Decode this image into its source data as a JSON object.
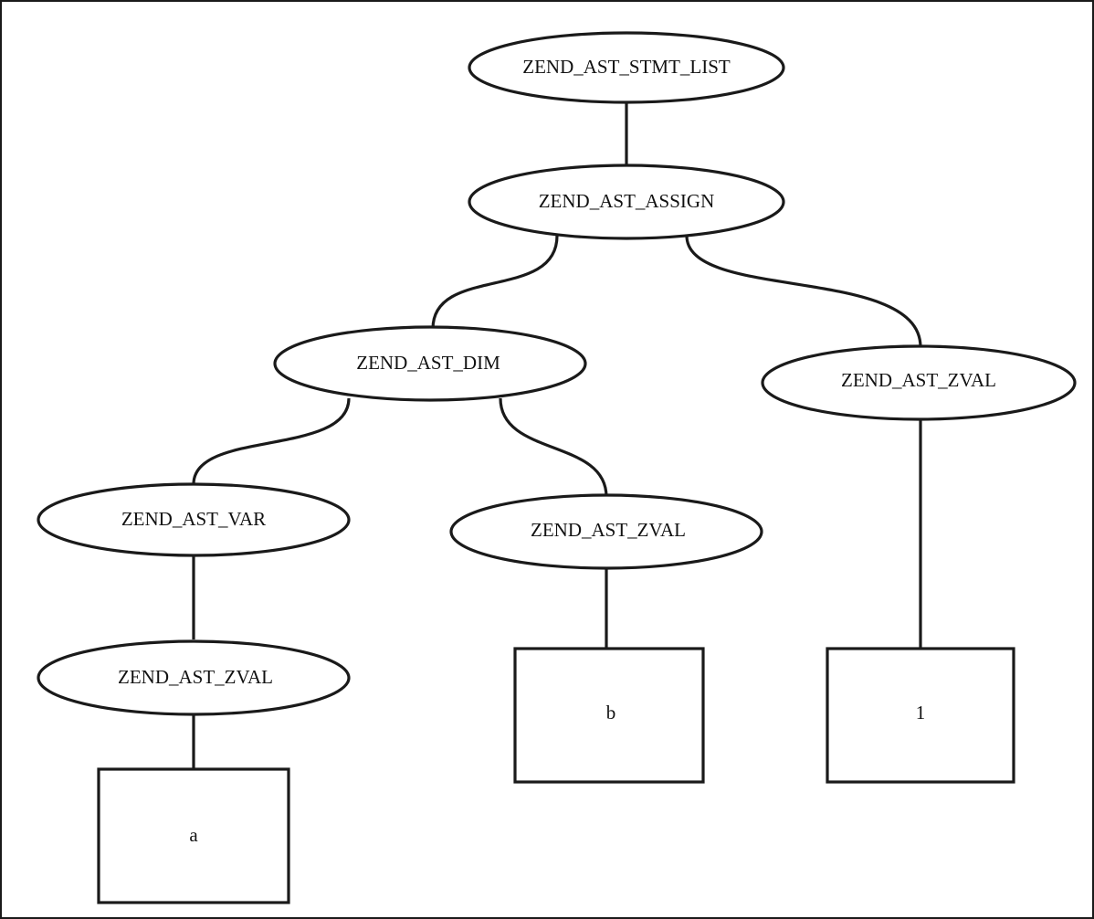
{
  "nodes": {
    "stmt_list": {
      "label": "ZEND_AST_STMT_LIST",
      "shape": "ellipse"
    },
    "assign": {
      "label": "ZEND_AST_ASSIGN",
      "shape": "ellipse"
    },
    "dim": {
      "label": "ZEND_AST_DIM",
      "shape": "ellipse"
    },
    "zval_right": {
      "label": "ZEND_AST_ZVAL",
      "shape": "ellipse"
    },
    "var": {
      "label": "ZEND_AST_VAR",
      "shape": "ellipse"
    },
    "zval_mid": {
      "label": "ZEND_AST_ZVAL",
      "shape": "ellipse"
    },
    "zval_left": {
      "label": "ZEND_AST_ZVAL",
      "shape": "ellipse"
    },
    "leaf_a": {
      "label": "a",
      "shape": "box"
    },
    "leaf_b": {
      "label": "b",
      "shape": "box"
    },
    "leaf_1": {
      "label": "1",
      "shape": "box"
    }
  },
  "edges": [
    [
      "stmt_list",
      "assign"
    ],
    [
      "assign",
      "dim"
    ],
    [
      "assign",
      "zval_right"
    ],
    [
      "dim",
      "var"
    ],
    [
      "dim",
      "zval_mid"
    ],
    [
      "var",
      "zval_left"
    ],
    [
      "zval_left",
      "leaf_a"
    ],
    [
      "zval_mid",
      "leaf_b"
    ],
    [
      "zval_right",
      "leaf_1"
    ]
  ],
  "colors": {
    "stroke": "#1a1a1a",
    "fill": "#ffffff",
    "text": "#111111"
  }
}
